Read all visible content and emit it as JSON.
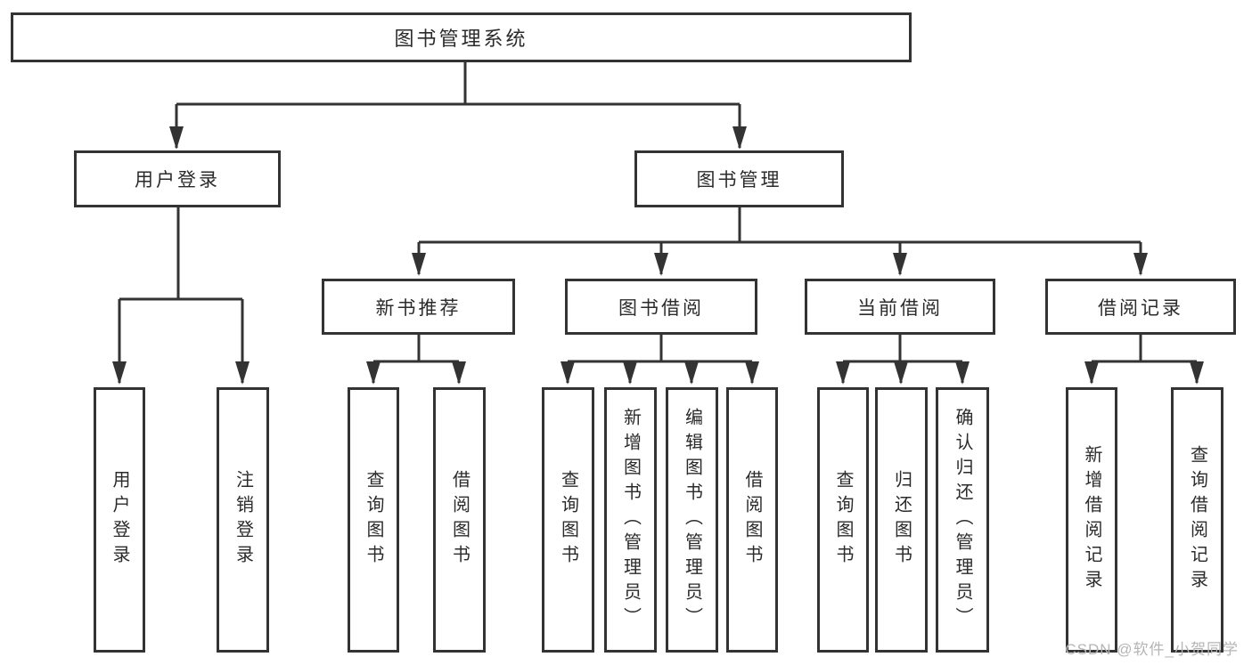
{
  "diagram_type": "hierarchy-tree",
  "colors": {
    "line": "#333333",
    "box_border": "#333333",
    "text": "#2b2b2b",
    "background": "#ffffff",
    "watermark": "#b5b5b5"
  },
  "tree": {
    "root": {
      "label": "图书管理系统"
    },
    "branches": [
      {
        "label": "用户登录",
        "children": [
          {
            "label": "用户登录"
          },
          {
            "label": "注销登录"
          }
        ]
      },
      {
        "label": "图书管理",
        "children": [
          {
            "label": "新书推荐",
            "children": [
              {
                "label": "查询图书"
              },
              {
                "label": "借阅图书"
              }
            ]
          },
          {
            "label": "图书借阅",
            "children": [
              {
                "label": "查询图书"
              },
              {
                "label": "新增图书（管理员）"
              },
              {
                "label": "编辑图书（管理员）"
              },
              {
                "label": "借阅图书"
              }
            ]
          },
          {
            "label": "当前借阅",
            "children": [
              {
                "label": "查询图书"
              },
              {
                "label": "归还图书"
              },
              {
                "label": "确认归还（管理员）"
              }
            ]
          },
          {
            "label": "借阅记录",
            "children": [
              {
                "label": "新增借阅记录"
              },
              {
                "label": "查询借阅记录"
              }
            ]
          }
        ]
      }
    ]
  },
  "watermark": {
    "text": "CSDN @软件_小贺同学"
  }
}
